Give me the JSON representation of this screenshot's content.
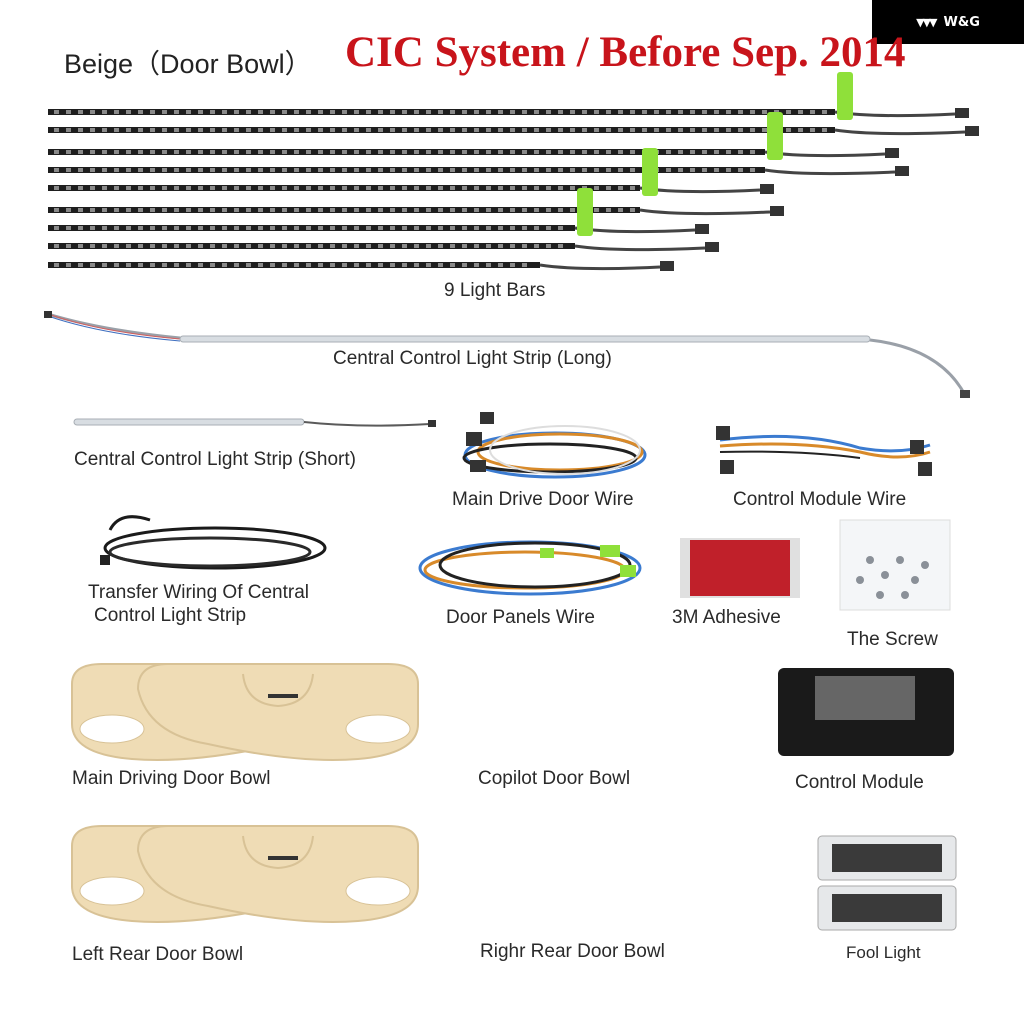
{
  "brand": {
    "name": "W&G",
    "mark": "▼▼▼"
  },
  "header": {
    "variant": "Beige（Door Bowl）",
    "system": "CIC System / Before Sep. 2014",
    "system_color": "#c8141b"
  },
  "items": {
    "light_bars": "9 Light Bars",
    "strip_long": "Central Control Light Strip (Long)",
    "strip_short": "Central Control Light Strip (Short)",
    "main_drive_wire": "Main Drive Door Wire",
    "control_module_wire": "Control Module Wire",
    "transfer_wiring_line1": "Transfer Wiring Of Central",
    "transfer_wiring_line2": "Control Light Strip",
    "door_panels_wire": "Door Panels Wire",
    "adhesive": "3M Adhesive",
    "screw": "The Screw",
    "main_driving_bowl": "Main Driving Door Bowl",
    "copilot_bowl": "Copilot Door Bowl",
    "control_module": "Control Module",
    "left_rear_bowl": "Left Rear Door Bowl",
    "right_rear_bowl": "Righr Rear Door Bowl",
    "foot_light": "Fool Light"
  },
  "colors": {
    "bowl": "#efdcb5",
    "tag": "#8fe03a",
    "led_strip": "#1e1e1e"
  }
}
